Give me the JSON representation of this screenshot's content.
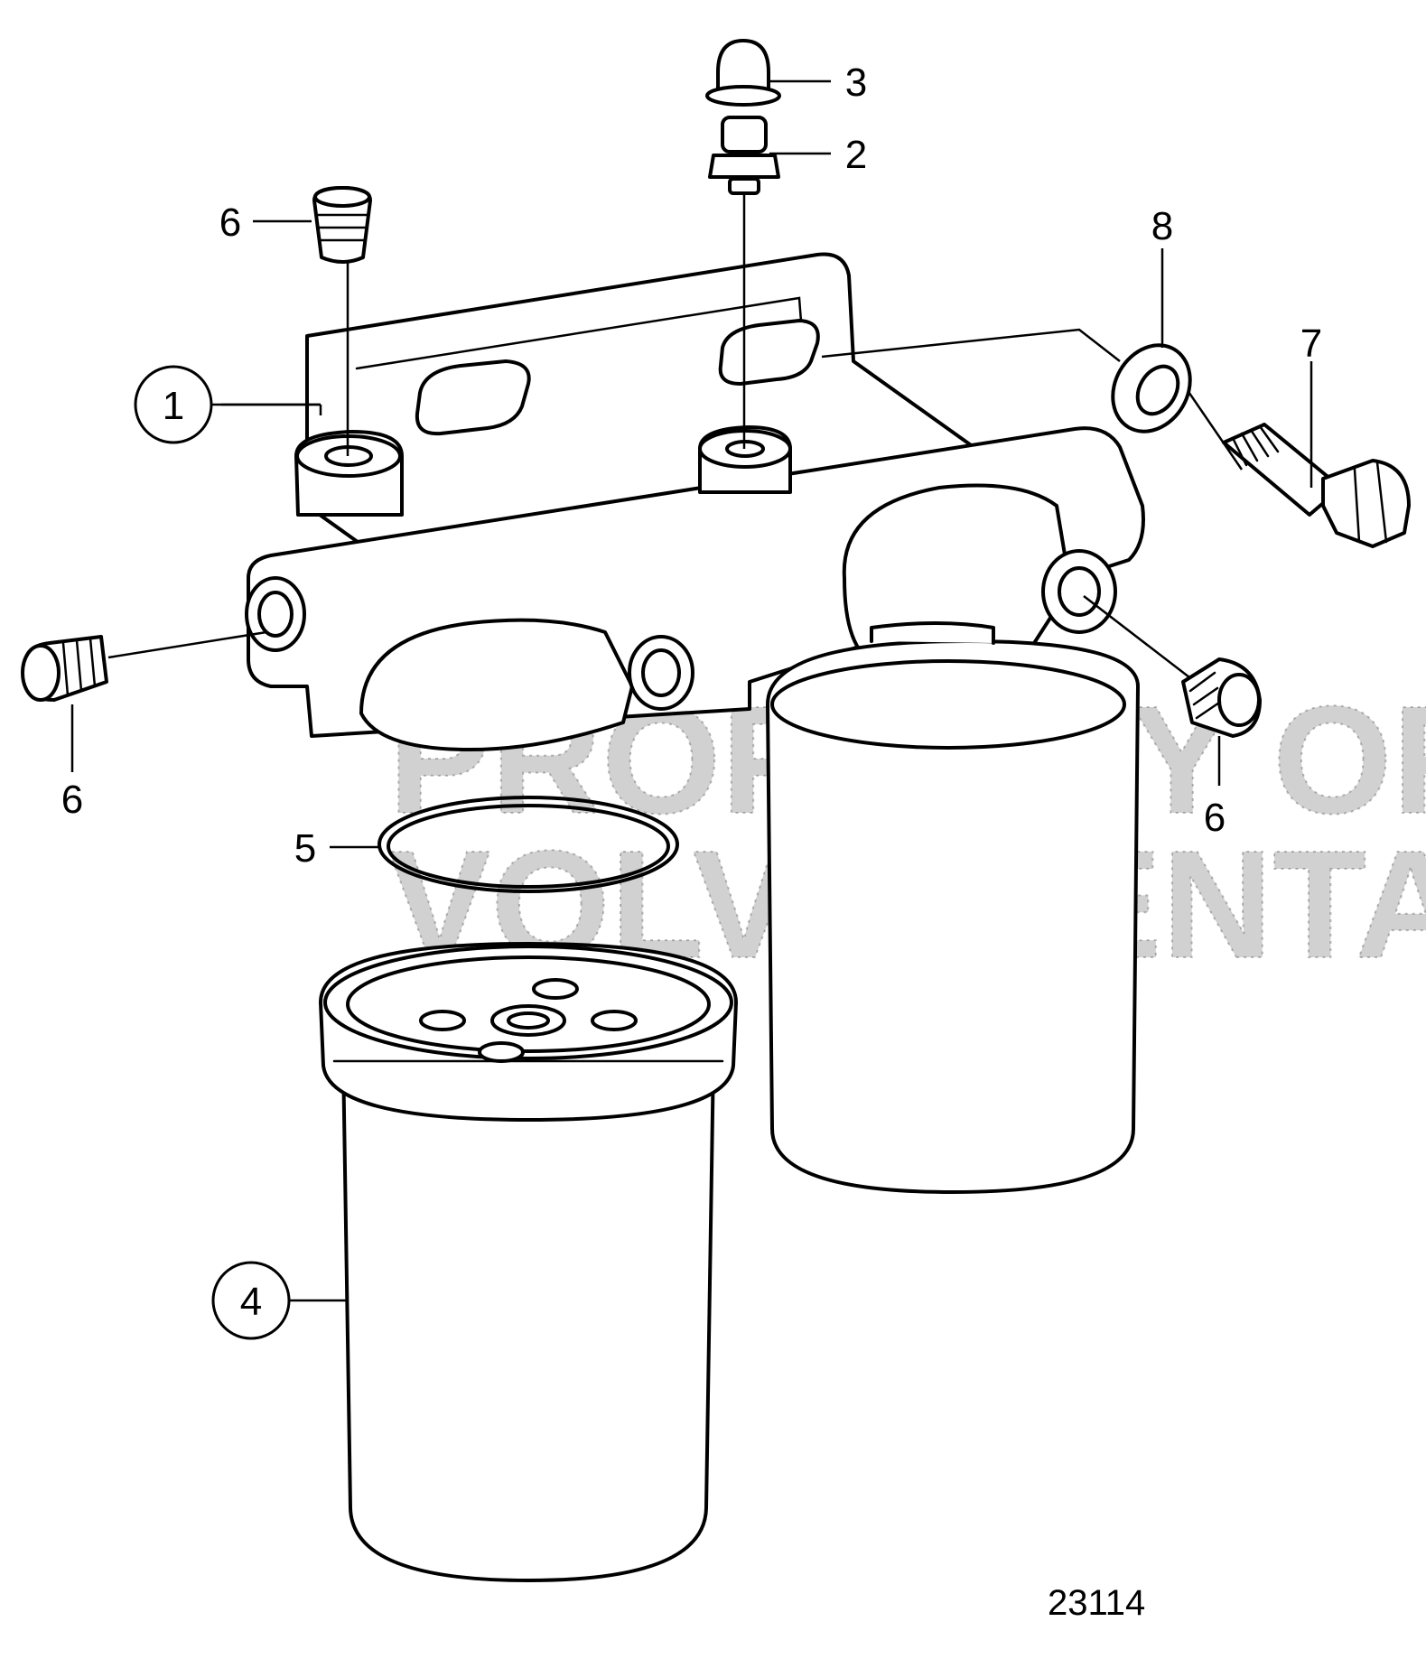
{
  "callouts": [
    {
      "id": "1",
      "label": "1",
      "circled": true
    },
    {
      "id": "2",
      "label": "2",
      "circled": false
    },
    {
      "id": "3",
      "label": "3",
      "circled": false
    },
    {
      "id": "4",
      "label": "4",
      "circled": true
    },
    {
      "id": "5",
      "label": "5",
      "circled": false
    },
    {
      "id": "6a",
      "label": "6",
      "circled": false
    },
    {
      "id": "6b",
      "label": "6",
      "circled": false
    },
    {
      "id": "6c",
      "label": "6",
      "circled": false
    },
    {
      "id": "7",
      "label": "7",
      "circled": false
    },
    {
      "id": "8",
      "label": "8",
      "circled": false
    }
  ],
  "figure_number": "23114",
  "watermark": {
    "line1": "PROPERTY OF",
    "line2": "VOLVO PENTA"
  },
  "colors": {
    "ink": "#000000",
    "background": "#ffffff"
  }
}
